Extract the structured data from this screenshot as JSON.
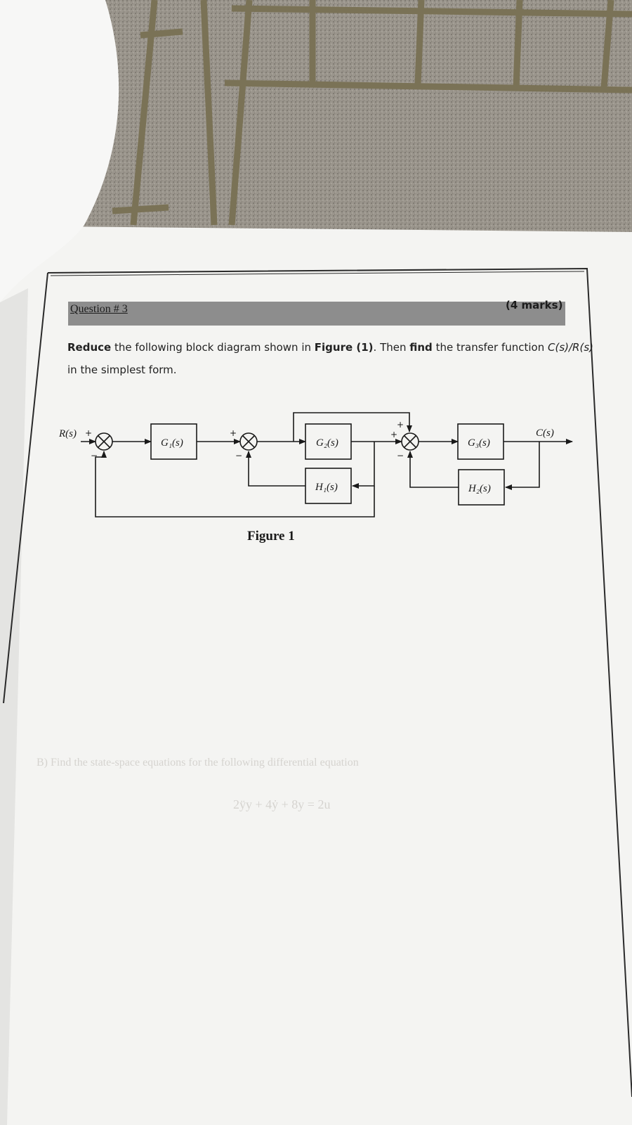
{
  "question": {
    "title": "Question # 3",
    "marks": "(4 marks)"
  },
  "prompt": {
    "w_reduce": "Reduce",
    "t1": " the following block diagram shown in ",
    "w_figure": "Figure (1)",
    "t2": ". Then ",
    "w_find": "find",
    "t3": " the transfer function ",
    "expr": "C(s)/R(s)",
    "t4": " in the simplest form."
  },
  "diagram": {
    "input_label": "R(s)",
    "output_label": "C(s)",
    "blocks": {
      "g1": "G₁(s)",
      "g2": "G₂(s)",
      "g3": "G₃(s)",
      "h1": "H₁(s)",
      "h2": "H₂(s)"
    },
    "signs": {
      "plus": "+",
      "minus": "−"
    },
    "caption": "Figure 1"
  },
  "show_through": {
    "line_b": "B) Find the state-space equations for the following differential equation",
    "equation": "2ÿy + 4ẏ + 8y = 2u"
  },
  "colors": {
    "paper": "#f4f4f2",
    "header_bar": "#8d8d8d",
    "ink": "#1d1d1d"
  }
}
